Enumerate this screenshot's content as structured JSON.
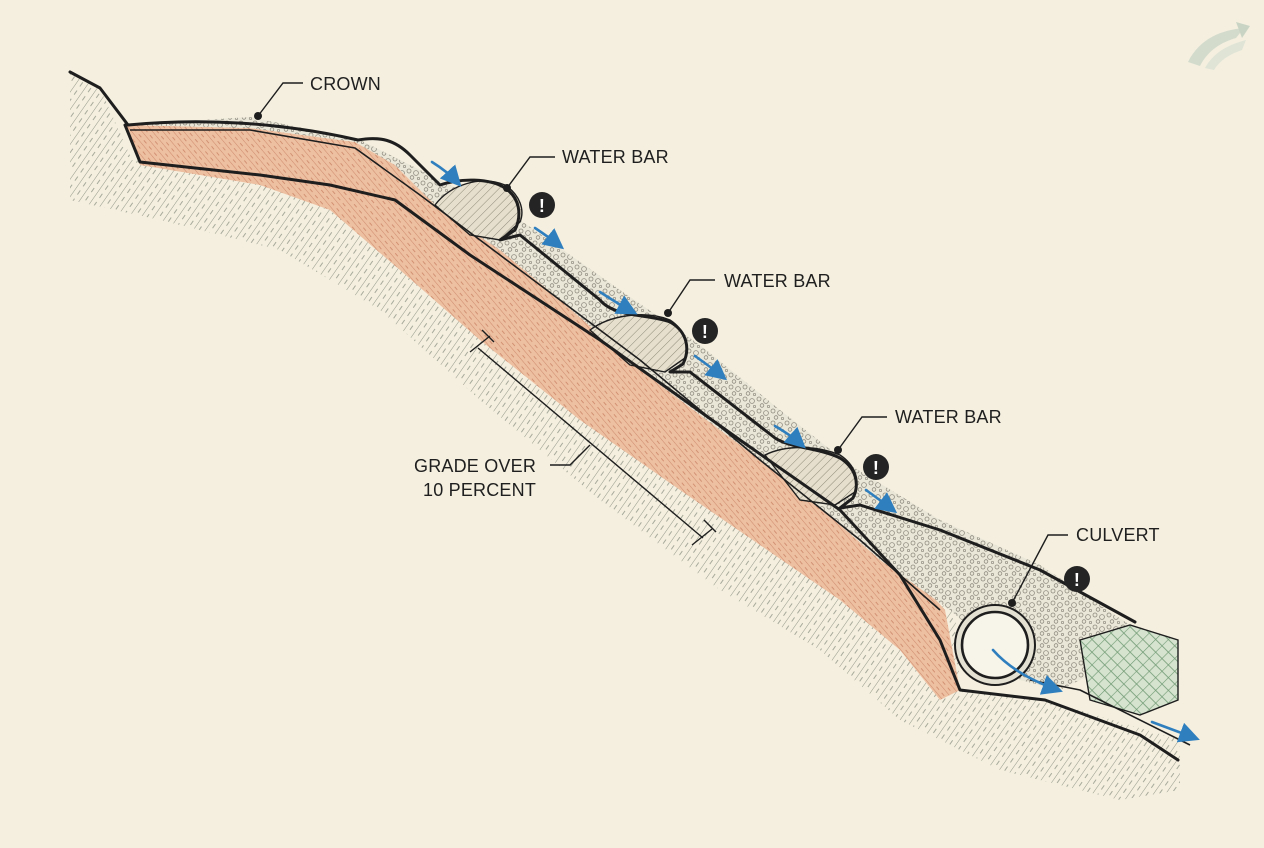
{
  "labels": {
    "crown": "CROWN",
    "water_bar_1": "WATER BAR",
    "water_bar_2": "WATER BAR",
    "water_bar_3": "WATER BAR",
    "grade_line1": "GRADE OVER",
    "grade_line2": "10 PERCENT",
    "culvert": "CULVERT"
  },
  "warning_symbol": "!",
  "icons": {
    "warning": "exclamation-circle-icon",
    "flow": "arrow-right-icon",
    "logo": "road-logo-icon"
  },
  "colors": {
    "background": "#f4efdf",
    "ink": "#1e1e1e",
    "subgrade": "#e8b89a",
    "hatch_red": "#c98a6c",
    "gravel": "#e6e2d2",
    "ground_hatch": "#6f7468",
    "vegetation": "#6f9a72",
    "flow": "#2f7fbf"
  }
}
